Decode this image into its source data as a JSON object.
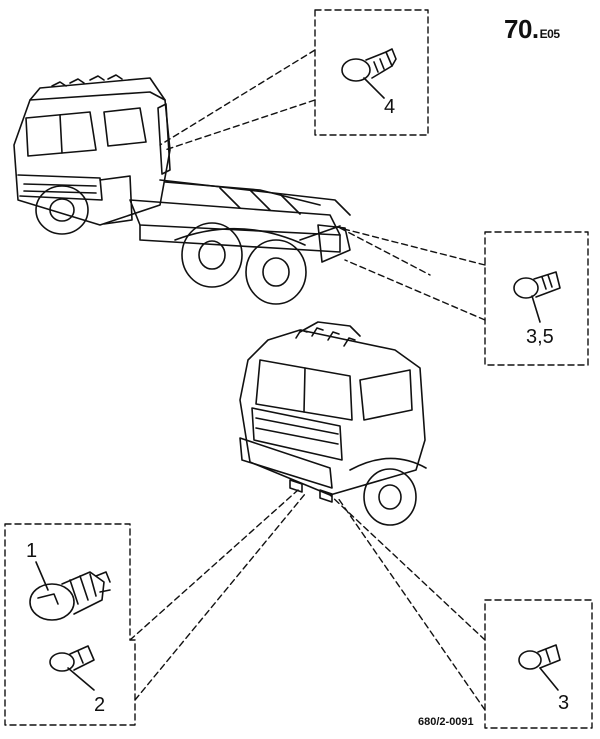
{
  "page": {
    "number": "70.",
    "suffix": "E05"
  },
  "drawing_ref": "680/2-0091",
  "callouts": {
    "c1": "1",
    "c2": "2",
    "c3": "3",
    "c4": "4",
    "c35": "3,5"
  }
}
